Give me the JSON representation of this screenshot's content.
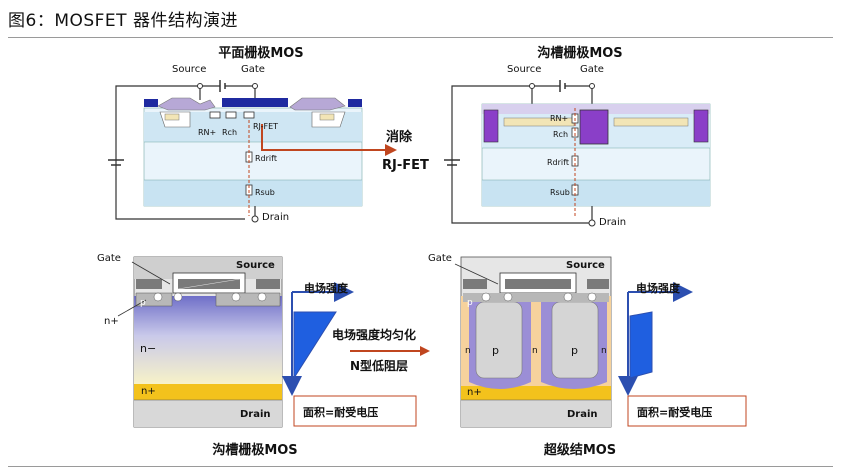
{
  "figure": {
    "title": "图6：MOSFET 器件结构演进"
  },
  "top_left": {
    "title": "平面栅极MOS",
    "source": "Source",
    "gate": "Gate",
    "drain": "Drain",
    "r_n_plus": "RN+",
    "r_ch": "Rch",
    "r_jfet": "RJ-FET",
    "r_drift": "Rdrift",
    "r_sub": "Rsub"
  },
  "top_right": {
    "title": "沟槽栅极MOS",
    "source": "Source",
    "gate": "Gate",
    "drain": "Drain",
    "r_n_plus": "RN+",
    "r_ch": "Rch",
    "r_drift": "Rdrift",
    "r_sub": "Rsub"
  },
  "top_arrow": {
    "label": "消除",
    "sub_label": "RJ-FET"
  },
  "bottom_left": {
    "title": "沟槽栅极MOS",
    "gate": "Gate",
    "source": "Source",
    "drain": "Drain",
    "p": "p",
    "n_plus_top": "n+",
    "n_minus": "n−",
    "n_plus_bottom": "n+",
    "field_label": "电场强度",
    "area_label": "面积=耐受电压"
  },
  "bottom_right": {
    "title": "超级结MOS",
    "gate": "Gate",
    "source": "Source",
    "drain": "Drain",
    "p": "p",
    "p_left": "p",
    "p_right": "p",
    "n_labels": [
      "n",
      "n",
      "n"
    ],
    "n_plus_bottom": "n+",
    "field_label": "电场强度",
    "area_label": "面积=耐受电压"
  },
  "bottom_arrow": {
    "label": "电场强度均匀化",
    "sub_label": "N型低阻层"
  },
  "colors": {
    "arrow": "#c0461f",
    "field_blue": "#2c4fb0",
    "field_fill": "#1f5fe0",
    "purple": "#8a3fc8",
    "navy": "#1f2aa0",
    "light_blue": "#d9ecf7",
    "yellow": "#f3c21c",
    "orange_peach": "#f6d29d"
  }
}
